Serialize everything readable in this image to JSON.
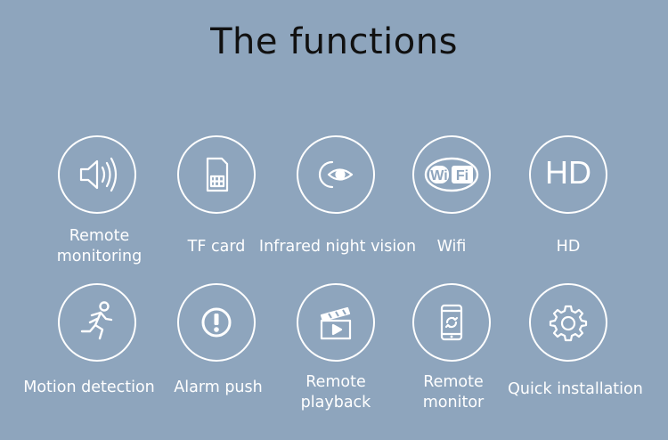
{
  "title": "The functions",
  "features": [
    {
      "label_lines": [
        "Remote",
        "monitoring"
      ],
      "icon": "speaker-icon"
    },
    {
      "label_lines": [
        "TF card"
      ],
      "icon": "sd-card-icon"
    },
    {
      "label_lines": [
        "Infrared night vision"
      ],
      "icon": "night-eye-icon"
    },
    {
      "label_lines": [
        "Wifi"
      ],
      "icon": "wifi-logo-icon"
    },
    {
      "label_lines": [
        "HD"
      ],
      "icon": "hd-icon",
      "icon_text": "HD"
    },
    {
      "label_lines": [
        "Motion detection"
      ],
      "icon": "running-person-icon"
    },
    {
      "label_lines": [
        "Alarm push"
      ],
      "icon": "alert-icon"
    },
    {
      "label_lines": [
        "Remote",
        "playback"
      ],
      "icon": "clapperboard-icon"
    },
    {
      "label_lines": [
        "Remote",
        "monitor"
      ],
      "icon": "phone-sync-icon"
    },
    {
      "label_lines": [
        "Quick installation"
      ],
      "icon": "gear-icon"
    }
  ],
  "colors": {
    "background": "#8ea5bd",
    "icon": "#ffffff",
    "title": "#111111"
  }
}
